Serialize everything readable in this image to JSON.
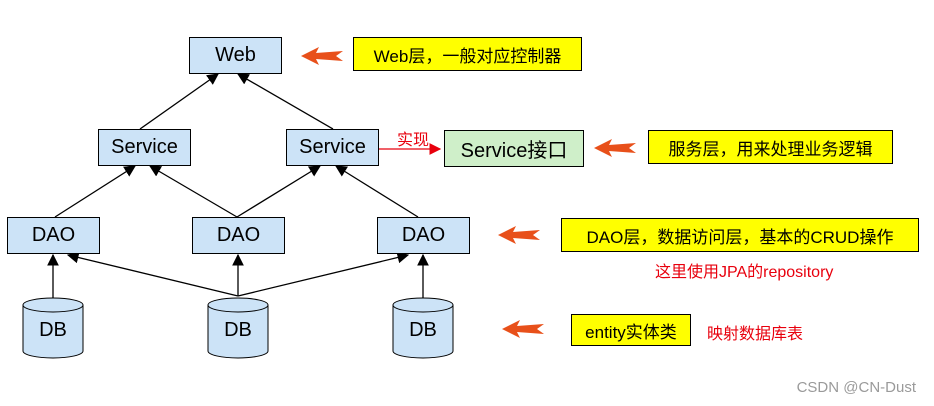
{
  "layers": {
    "web": "Web",
    "service": "Service",
    "service_interface": "Service接口",
    "dao": "DAO",
    "db": "DB"
  },
  "annotations": {
    "implements": "实现",
    "web_note": "Web层，一般对应控制器",
    "service_note": "服务层，用来处理业务逻辑",
    "dao_note": "DAO层，数据访问层，基本的CRUD操作",
    "dao_subnote": "这里使用JPA的repository",
    "entity_note": "entity实体类",
    "entity_subnote": "映射数据库表"
  },
  "watermark": "CSDN @CN-Dust",
  "colors": {
    "layer_box": "#cce3f7",
    "interface_box": "#cfefc9",
    "note_box": "#ffff00",
    "accent_red": "#e8000d",
    "pointer_arrow": "#e8501a"
  },
  "icons": {
    "pointer": "left-pointing-red-arrow",
    "db": "database-cylinder"
  }
}
